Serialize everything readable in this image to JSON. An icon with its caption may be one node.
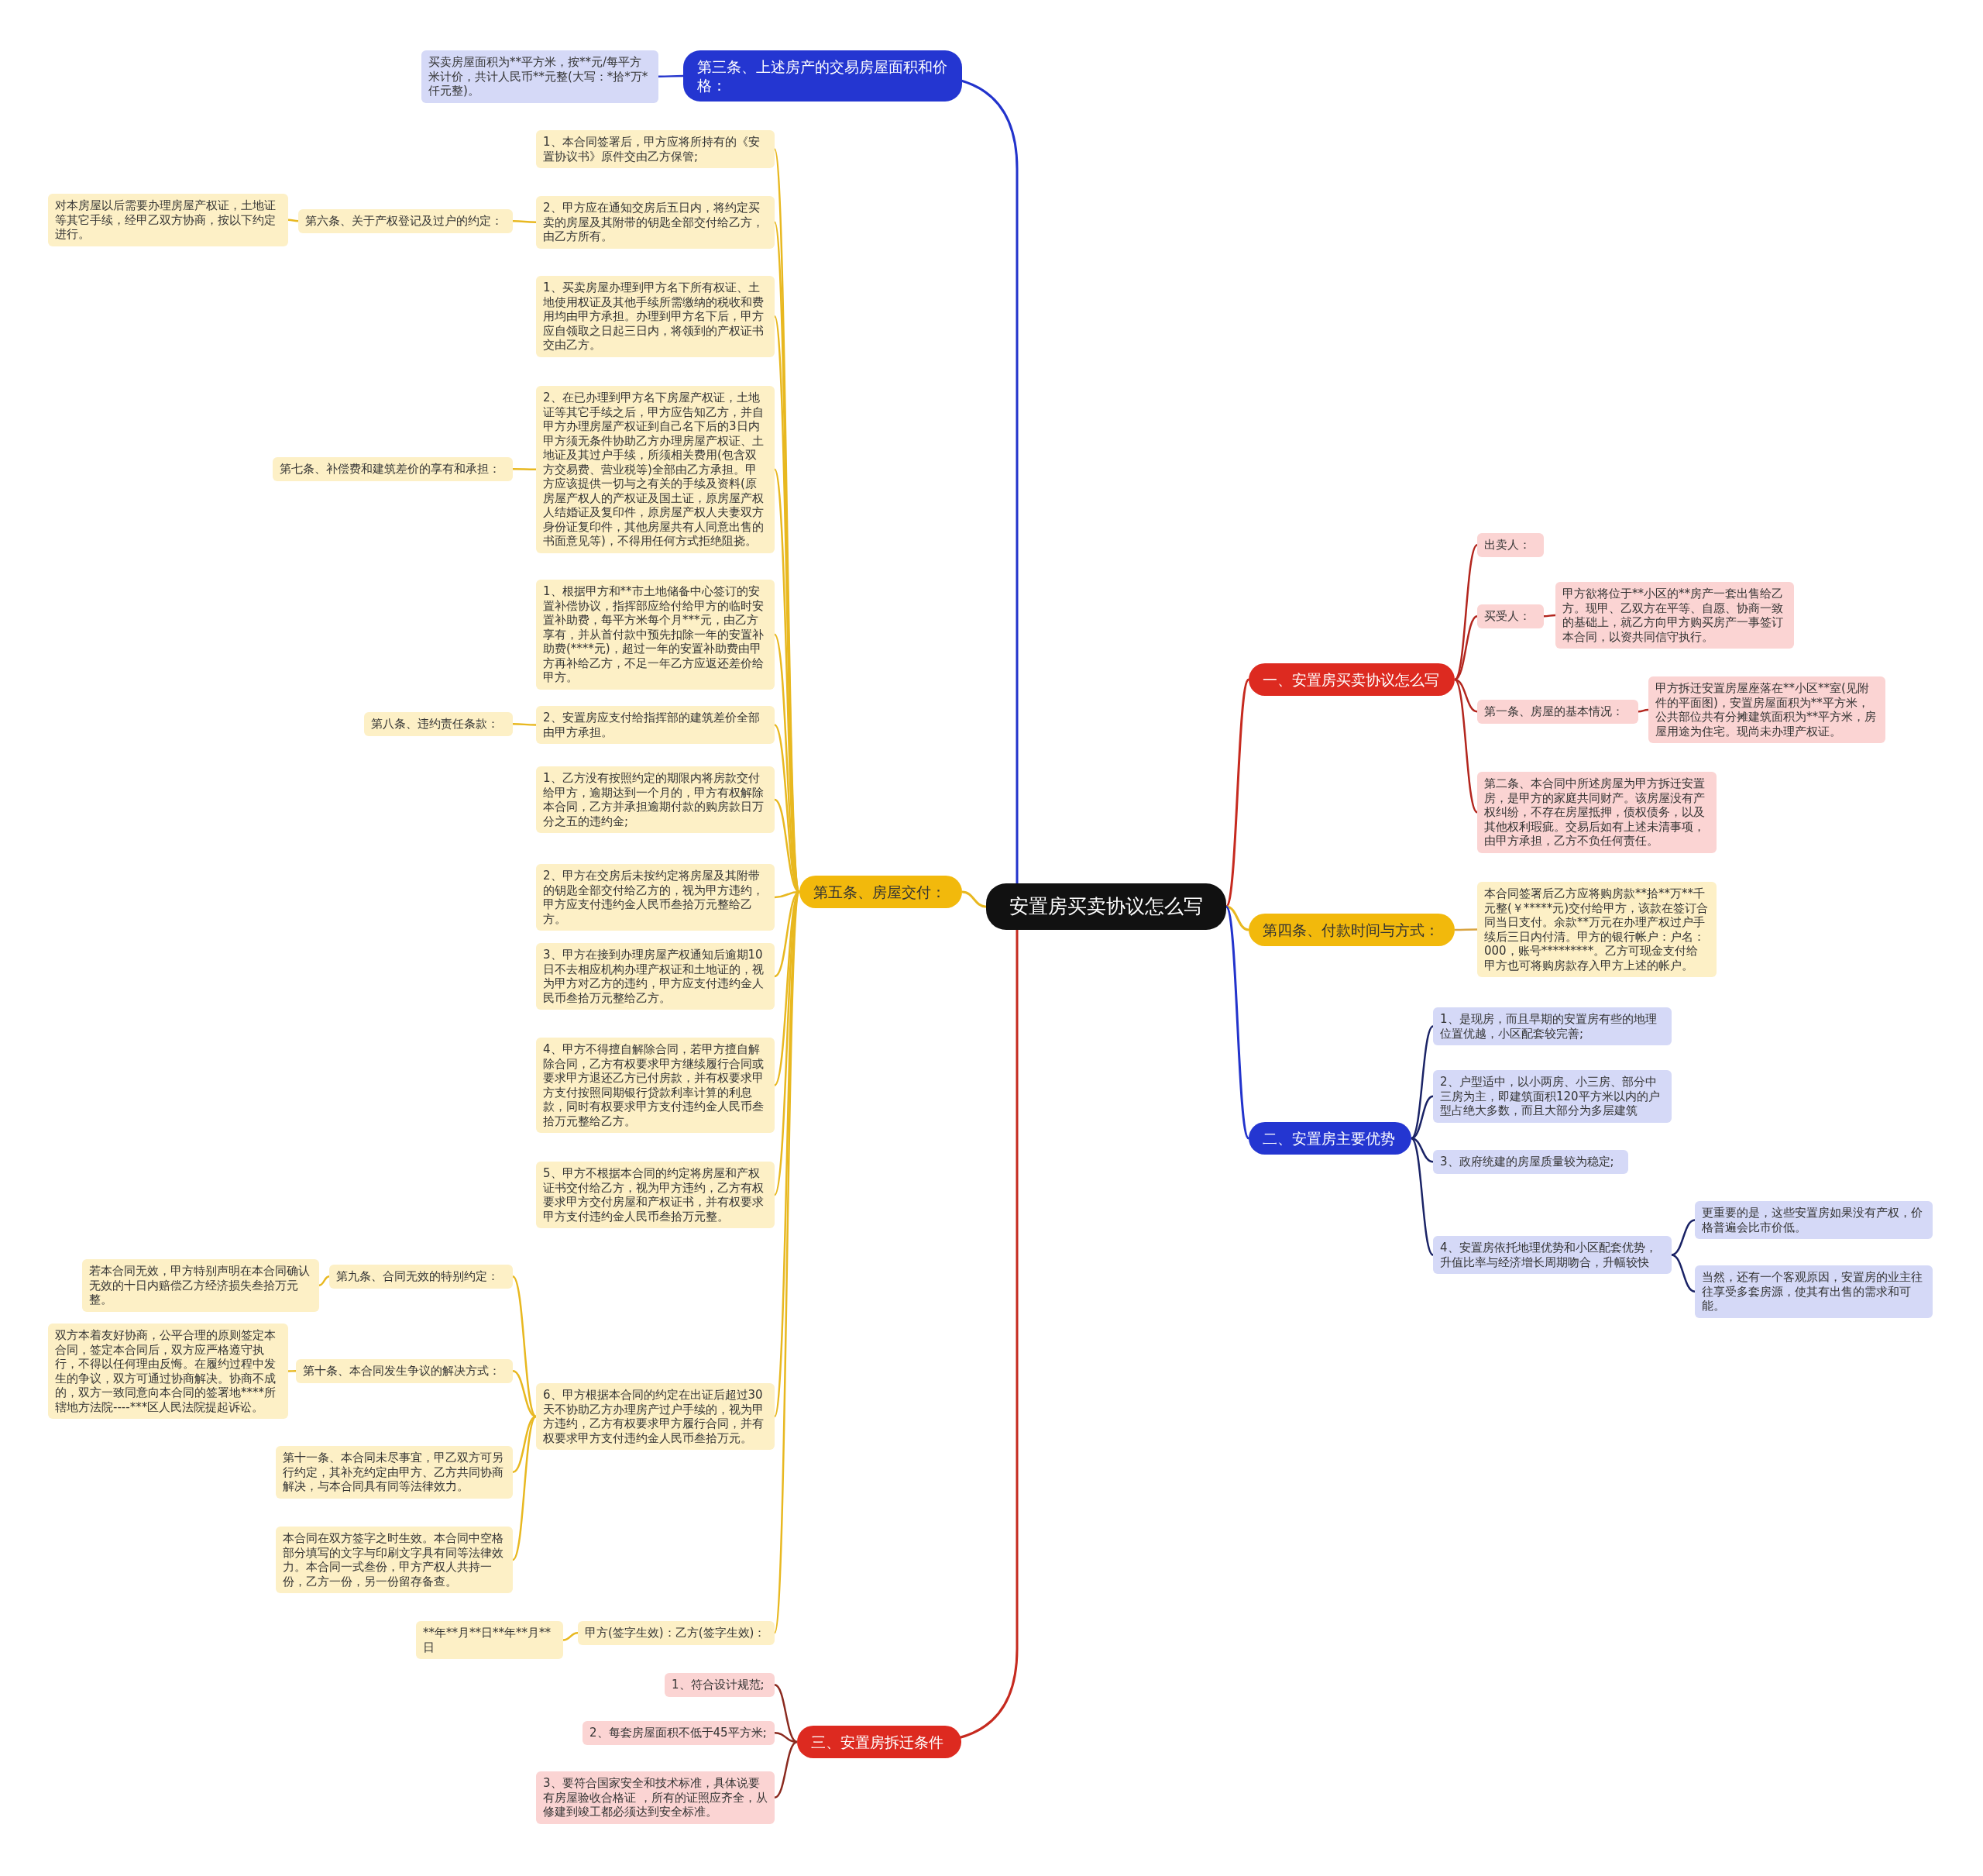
{
  "diagram": {
    "nodes": [
      {
        "text": [
          "安置房买卖协议怎么写"
        ]
      },
      {
        "text": [
          "第三条、上述房产的交易房屋面积和价格："
        ]
      },
      {
        "text": [
          "买卖房屋面积为**平方米，按**元/每平方米计价，共计人民币**元整(大写：*拾*万*仟元整)。"
        ]
      },
      {
        "text": [
          "第五条、房屋交付："
        ]
      },
      {
        "text": [
          "1、本合同签署后，甲方应将所持有的《安置协议书》原件交由乙方保管;"
        ]
      },
      {
        "text": [
          "2、甲方应在通知交房后五日内，将约定买卖的房屋及其附带的钥匙全部交付给乙方，由乙方所有。"
        ]
      },
      {
        "text": [
          "第六条、关于产权登记及过户的约定："
        ]
      },
      {
        "text": [
          "对本房屋以后需要办理房屋产权证，土地证等其它手续，经甲乙双方协商，按以下约定进行。"
        ]
      },
      {
        "text": [
          "1、买卖房屋办理到甲方名下所有权证、土地使用权证及其他手续所需缴纳的税收和费用均由甲方承担。办理到甲方名下后，甲方应自领取之日起三日内，将领到的产权证书交由乙方。"
        ]
      },
      {
        "text": [
          "2、在已办理到甲方名下房屋产权证，土地证等其它手续之后，甲方应告知乙方，并自甲方办理房屋产权证到自己名下后的3日内甲方须无条件协助乙方办理房屋产权证、土地证及其过户手续，所须相关费用(包含双方交易费、营业税等)全部由乙方承担。甲方应该提供一切与之有关的手续及资料(原房屋产权人的产权证及国土证，原房屋产权人结婚证及复印件，原房屋产权人夫妻双方身份证复印件，其他房屋共有人同意出售的书面意见等)，不得用任何方式拒绝阻挠。"
        ]
      },
      {
        "text": [
          "第七条、补偿费和建筑差价的享有和承担："
        ]
      },
      {
        "text": [
          "1、根据甲方和**市土地储备中心签订的安置补偿协议，指挥部应给付给甲方的临时安置补助费，每平方米每个月***元，由乙方享有，并从首付款中预先扣除一年的安置补助费(****元)，超过一年的安置补助费由甲方再补给乙方，不足一年乙方应返还差价给甲方。"
        ]
      },
      {
        "text": [
          "2、安置房应支付给指挥部的建筑差价全部由甲方承担。"
        ]
      },
      {
        "text": [
          "第八条、违约责任条款："
        ]
      },
      {
        "text": [
          "1、乙方没有按照约定的期限内将房款交付给甲方，逾期达到一个月的，甲方有权解除本合同，乙方并承担逾期付款的购房款日万分之五的违约金;"
        ]
      },
      {
        "text": [
          "2、甲方在交房后未按约定将房屋及其附带的钥匙全部交付给乙方的，视为甲方违约，甲方应支付违约金人民币叁拾万元整给乙方。"
        ]
      },
      {
        "text": [
          "3、甲方在接到办理房屋产权通知后逾期10日不去相应机构办理产权证和土地证的，视为甲方对乙方的违约，甲方应支付违约金人民币叁拾万元整给乙方。"
        ]
      },
      {
        "text": [
          "4、甲方不得擅自解除合同，若甲方擅自解除合同，乙方有权要求甲方继续履行合同或要求甲方退还乙方已付房款，并有权要求甲方支付按照同期银行贷款利率计算的利息款，同时有权要求甲方支付违约金人民币叁拾万元整给乙方。"
        ]
      },
      {
        "text": [
          "5、甲方不根据本合同的约定将房屋和产权证书交付给乙方，视为甲方违约，乙方有权要求甲方交付房屋和产权证书，并有权要求甲方支付违约金人民币叁拾万元整。"
        ]
      },
      {
        "text": [
          "6、甲方根据本合同的约定在出证后超过30天不协助乙方办理房产过户手续的，视为甲方违约，乙方有权要求甲方履行合同，并有权要求甲方支付违约金人民币叁拾万元。"
        ]
      },
      {
        "text": [
          "第九条、合同无效的特别约定："
        ]
      },
      {
        "text": [
          "若本合同无效，甲方特别声明在本合同确认无效的十日内赔偿乙方经济损失叁拾万元整。"
        ]
      },
      {
        "text": [
          "第十条、本合同发生争议的解决方式："
        ]
      },
      {
        "text": [
          "双方本着友好协商，公平合理的原则签定本合同，签定本合同后，双方应严格遵守执行，不得以任何理由反悔。在履约过程中发生的争议，双方可通过协商解决。协商不成的，双方一致同意向本合同的签署地****所辖地方法院----***区人民法院提起诉讼。"
        ]
      },
      {
        "text": [
          "第十一条、本合同未尽事宜，甲乙双方可另行约定，其补充约定由甲方、乙方共同协商解决，与本合同具有同等法律效力。"
        ]
      },
      {
        "text": [
          "本合同在双方签字之时生效。本合同中空格部分填写的文字与印刷文字具有同等法律效力。本合同一式叁份，甲方产权人共持一份，乙方一份，另一份留存备查。"
        ]
      },
      {
        "text": [
          "甲方(签字生效)：乙方(签字生效)："
        ]
      },
      {
        "text": [
          "**年**月**日**年**月**日"
        ]
      },
      {
        "text": [
          "三、安置房拆迁条件"
        ]
      },
      {
        "text": [
          "1、符合设计规范;"
        ]
      },
      {
        "text": [
          "2、每套房屋面积不低于45平方米;"
        ]
      },
      {
        "text": [
          "3、要符合国家安全和技术标准，具体说要有房屋验收合格证 ，所有的证照应齐全，从修建到竣工都必须达到安全标准。"
        ]
      },
      {
        "text": [
          "一、安置房买卖协议怎么写"
        ]
      },
      {
        "text": [
          "出卖人："
        ]
      },
      {
        "text": [
          "买受人："
        ]
      },
      {
        "text": [
          "甲方欲将位于**小区的**房产一套出售给乙方。现甲、乙双方在平等、自愿、协商一致的基础上，就乙方向甲方购买房产一事签订本合同，以资共同信守执行。"
        ]
      },
      {
        "text": [
          "第一条、房屋的基本情况："
        ]
      },
      {
        "text": [
          "甲方拆迁安置房屋座落在**小区**室(见附件的平面图)，安置房屋面积为**平方米，公共部位共有分摊建筑面积为**平方米，房屋用途为住宅。现尚未办理产权证。"
        ]
      },
      {
        "text": [
          "第二条、本合同中所述房屋为甲方拆迁安置房，是甲方的家庭共同财产。该房屋没有产权纠纷，不存在房屋抵押，债权债务，以及其他权利瑕疵。交易后如有上述未清事项，由甲方承担，乙方不负任何责任。"
        ]
      },
      {
        "text": [
          "第四条、付款时间与方式："
        ]
      },
      {
        "text": [
          "本合同签署后乙方应将购房款**拾**万**千元整(￥*****元)交付给甲方，该款在签订合同当日支付。余款**万元在办理产权过户手续后三日内付清。甲方的银行帐户：户名：000，账号*********。乙方可现金支付给甲方也可将购房款存入甲方上述的帐户。"
        ]
      },
      {
        "text": [
          "二、安置房主要优势"
        ]
      },
      {
        "text": [
          "1、是现房，而且早期的安置房有些的地理位置优越，小区配套较完善;"
        ]
      },
      {
        "text": [
          "2、户型适中，以小两房、小三房、部分中三房为主，即建筑面积120平方米以内的户型占绝大多数，而且大部分为多层建筑"
        ]
      },
      {
        "text": [
          "3、政府统建的房屋质量较为稳定;"
        ]
      },
      {
        "text": [
          "4、安置房依托地理优势和小区配套优势，升值比率与经济增长周期吻合，升幅较快"
        ]
      },
      {
        "text": [
          "更重要的是，这些安置房如果没有产权，价格普遍会比市价低。"
        ]
      },
      {
        "text": [
          "当然，还有一个客观原因，安置房的业主往往享受多套房源，使其有出售的需求和可能。"
        ]
      }
    ],
    "edges": [
      {
        "from": 0,
        "to": 1,
        "arrow": "none",
        "color": "#2233cc"
      },
      {
        "from": 1,
        "to": 2,
        "arrow": "none",
        "color": "#2233cc"
      },
      {
        "from": 0,
        "to": 3,
        "arrow": "none"
      },
      {
        "from": 3,
        "to": 4,
        "arrow": "none"
      },
      {
        "from": 3,
        "to": 5,
        "arrow": "none"
      },
      {
        "from": 5,
        "to": 6,
        "arrow": "none"
      },
      {
        "from": 6,
        "to": 7,
        "arrow": "none"
      },
      {
        "from": 3,
        "to": 8,
        "arrow": "none"
      },
      {
        "from": 3,
        "to": 9,
        "arrow": "none"
      },
      {
        "from": 9,
        "to": 10,
        "arrow": "none"
      },
      {
        "from": 3,
        "to": 11,
        "arrow": "none"
      },
      {
        "from": 3,
        "to": 12,
        "arrow": "none"
      },
      {
        "from": 12,
        "to": 13,
        "arrow": "none"
      },
      {
        "from": 3,
        "to": 14,
        "arrow": "none"
      },
      {
        "from": 3,
        "to": 15,
        "arrow": "none"
      },
      {
        "from": 3,
        "to": 16,
        "arrow": "none"
      },
      {
        "from": 3,
        "to": 17,
        "arrow": "none"
      },
      {
        "from": 3,
        "to": 18,
        "arrow": "none"
      },
      {
        "from": 3,
        "to": 19,
        "arrow": "none"
      },
      {
        "from": 19,
        "to": 20,
        "arrow": "none"
      },
      {
        "from": 20,
        "to": 21,
        "arrow": "none"
      },
      {
        "from": 19,
        "to": 22,
        "arrow": "none"
      },
      {
        "from": 22,
        "to": 23,
        "arrow": "none"
      },
      {
        "from": 19,
        "to": 24,
        "arrow": "none"
      },
      {
        "from": 19,
        "to": 25,
        "arrow": "none"
      },
      {
        "from": 3,
        "to": 26,
        "arrow": "none"
      },
      {
        "from": 26,
        "to": 27,
        "arrow": "none"
      },
      {
        "from": 0,
        "to": 28,
        "arrow": "none",
        "color": "#c62a1f"
      },
      {
        "from": 28,
        "to": 29,
        "arrow": "none",
        "color": "#8b2a1f"
      },
      {
        "from": 28,
        "to": 30,
        "arrow": "none",
        "color": "#8b2a1f"
      },
      {
        "from": 28,
        "to": 31,
        "arrow": "none",
        "color": "#8b2a1f"
      },
      {
        "from": 0,
        "to": 32,
        "arrow": "none",
        "color": "#c62a1f"
      },
      {
        "from": 32,
        "to": 33,
        "arrow": "none",
        "color": "#b3261e"
      },
      {
        "from": 32,
        "to": 34,
        "arrow": "none",
        "color": "#b3261e"
      },
      {
        "from": 34,
        "to": 35,
        "arrow": "none",
        "color": "#b3261e"
      },
      {
        "from": 32,
        "to": 36,
        "arrow": "none",
        "color": "#b3261e"
      },
      {
        "from": 36,
        "to": 37,
        "arrow": "none",
        "color": "#b3261e"
      },
      {
        "from": 32,
        "to": 38,
        "arrow": "none",
        "color": "#b3261e"
      },
      {
        "from": 0,
        "to": 39,
        "arrow": "none"
      },
      {
        "from": 39,
        "to": 40,
        "arrow": "none",
        "color": "#d9a441"
      },
      {
        "from": 0,
        "to": 41,
        "arrow": "none",
        "color": "#2233cc"
      },
      {
        "from": 41,
        "to": 42,
        "arrow": "none",
        "color": "#1a2366"
      },
      {
        "from": 41,
        "to": 43,
        "arrow": "none",
        "color": "#1a2366"
      },
      {
        "from": 41,
        "to": 44,
        "arrow": "none",
        "color": "#1a2366"
      },
      {
        "from": 41,
        "to": 45,
        "arrow": "none",
        "color": "#1a2366"
      },
      {
        "from": 45,
        "to": 46,
        "arrow": "none",
        "color": "#1a2366"
      },
      {
        "from": 45,
        "to": 47,
        "arrow": "none",
        "color": "#1a2366"
      }
    ]
  }
}
